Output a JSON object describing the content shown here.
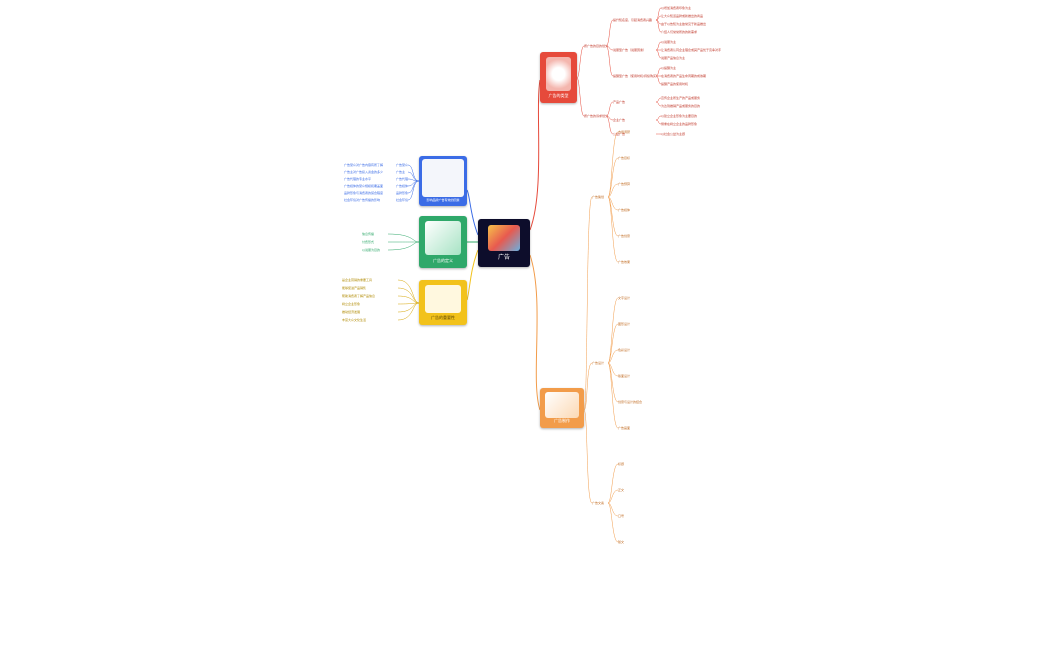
{
  "root": {
    "title": "广告"
  },
  "hubs": {
    "top": {
      "title": "广告的类型",
      "color": "#e64a3b"
    },
    "left1": {
      "title": "影响品牌广告有效的因素",
      "color": "#3b6ce6"
    },
    "left2": {
      "title": "广告的定义",
      "color": "#2fa86a"
    },
    "left3": {
      "title": "广告的重要性",
      "color": "#f2c21b"
    },
    "bottom": {
      "title": "广告制作",
      "color": "#f29c4a"
    }
  },
  "top_branches": [
    {
      "label": "按广告的目的划分",
      "children": [
        {
          "label": "提升知名度，引起消费者兴趣",
          "leaves": [
            "以增加消费者印象为主",
            "让大众知道品牌或新推出的商品",
            "由于以告知为主故常见于新品推出",
            "介绍人们常常所的的新需求"
          ]
        },
        {
          "label": "说服型广告（说服因素）",
          "leaves": [
            "以说服为主",
            "让消费者认同企业理念或其产品优于竞争对手",
            "说服产品信息为主"
          ]
        },
        {
          "label": "提醒型广告（使用时机/持续购买）",
          "leaves": [
            "以提醒为主",
            "在消费者的产品生命周期的成熟期",
            "提醒产品的使用时机"
          ]
        }
      ]
    },
    {
      "label": "按广告的诉求划分",
      "children": [
        {
          "label": "产品广告",
          "leaves": [
            "宣传企业所生产的产品或服务",
            "为达到推销产品或服务的目的"
          ]
        },
        {
          "label": "企业广告",
          "leaves": [
            "以建立企业形象为主要目的",
            "侧重在树立企业的品牌形象"
          ]
        },
        {
          "label": "公益广告",
          "leaves": [
            "以社会公益为主题"
          ]
        }
      ]
    }
  ],
  "left1_items": [
    "广告受众",
    "广告主",
    "广告代理",
    "广告媒体",
    "品牌形象",
    "社会环境"
  ],
  "left1_texts": [
    "广告受众对广告内容有所了解",
    "广告主对广告投入资金的多少",
    "广告代理的专业水平",
    "广告媒体的受众规模和覆盖面",
    "品牌形象与消费者的契合程度",
    "社会环境对广告传播的影响"
  ],
  "left2_items": [
    "信息传播",
    "付费形式",
    "以说服为目的"
  ],
  "left3_items": [
    "是企业营销的重要工具",
    "能够促进产品销售",
    "帮助消费者了解产品信息",
    "树立企业形象",
    "推动经济发展",
    "丰富大众文化生活"
  ],
  "bottom_sections": [
    {
      "label": "广告策划",
      "items": [
        "市场调研",
        "广告目标",
        "广告预算",
        "广告媒体",
        "广告创意",
        "广告效果"
      ]
    },
    {
      "label": "广告设计",
      "items": [
        "文字设计",
        "图形设计",
        "色彩设计",
        "版面设计",
        "创意与设计的结合",
        "广告画面"
      ]
    },
    {
      "label": "广告文案",
      "items": [
        "标题",
        "正文",
        "口号",
        "随文"
      ]
    }
  ]
}
